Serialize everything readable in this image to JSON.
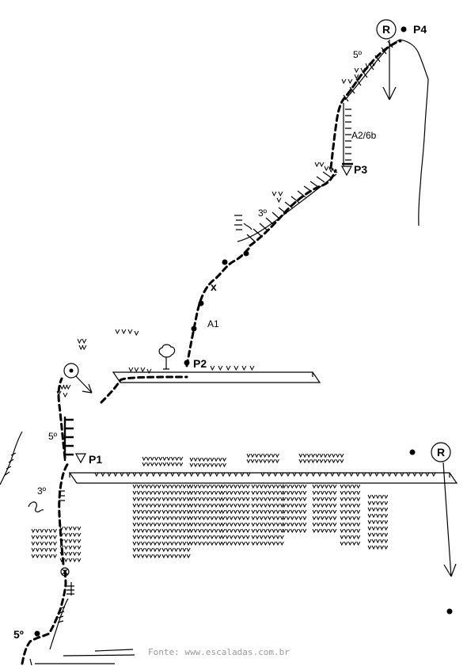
{
  "belays": {
    "p1": "P1",
    "p2": "P2",
    "p3": "P3",
    "p4": "P4"
  },
  "grades": {
    "bottom": "5º",
    "lower_wall": "3º",
    "upper_left": "5º",
    "ramp": "3º",
    "top": "5º",
    "aid_pitch": "A1",
    "headwall": "A2/6b"
  },
  "markers": {
    "rappel_top": "R",
    "rappel_right": "R",
    "cross_mark": "x"
  },
  "credit": "Fonte: www.escaladas.com.br",
  "colors": {
    "ink": "#000000",
    "credit_text": "#999999",
    "background": "#ffffff"
  }
}
